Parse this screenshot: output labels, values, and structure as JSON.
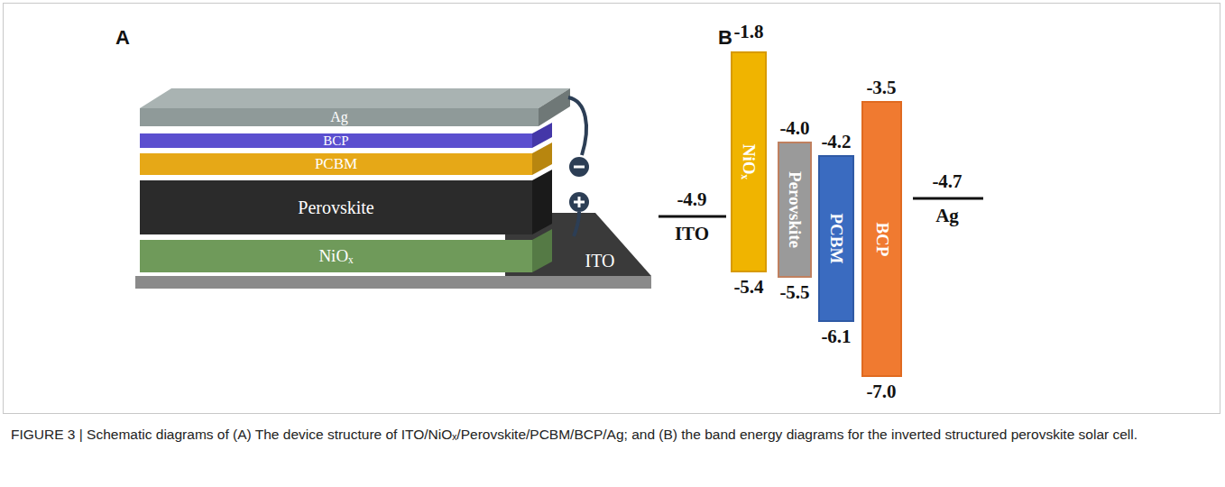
{
  "diagram": {
    "caption": "FIGURE 3 | Schematic diagrams of (A) The device structure of ITO/NiOₓ/Perovskite/PCBM/BCP/Ag; and (B) the band energy diagrams for the inverted structured perovskite solar cell.",
    "nodes": [
      {
        "text": [
          "Ag"
        ]
      },
      {
        "text": [
          "BCP"
        ]
      },
      {
        "text": [
          "PCBM"
        ]
      },
      {
        "text": [
          "Perovskite"
        ]
      },
      {
        "text": [
          "NiOₓ"
        ]
      },
      {
        "text": [
          "ITO"
        ]
      },
      {
        "text": [
          "NiOₓ"
        ]
      },
      {
        "text": [
          "Perovskite"
        ]
      },
      {
        "text": [
          "PCBM"
        ]
      },
      {
        "text": [
          "BCP"
        ]
      }
    ],
    "labels": [
      "A",
      "B",
      "-1.8",
      "-4.0",
      "-4.2",
      "-3.5",
      "-4.9",
      "ITO",
      "-4.7",
      "Ag",
      "-5.4",
      "-5.5",
      "-6.1",
      "-7.0"
    ]
  }
}
